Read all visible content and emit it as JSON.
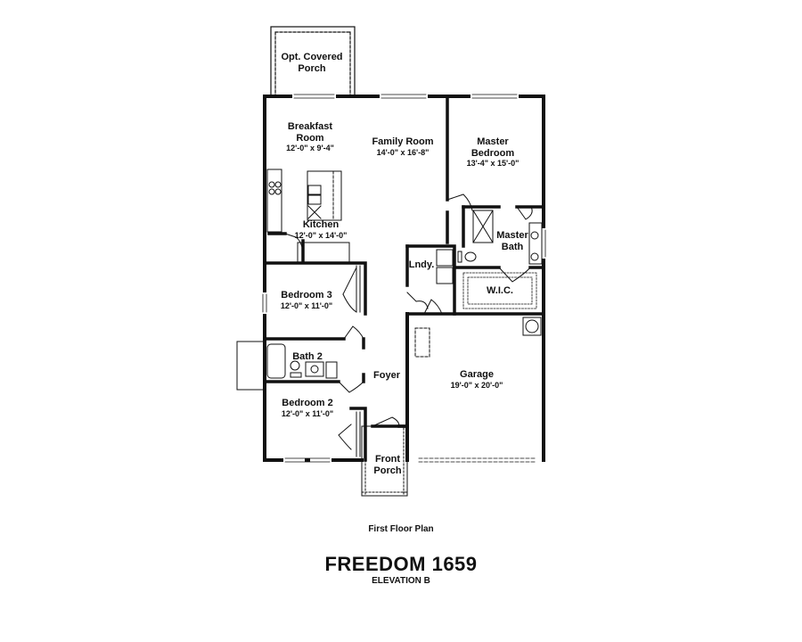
{
  "plan": {
    "subtitle": "First Floor Plan",
    "title": "FREEDOM 1659",
    "elevation": "ELEVATION B"
  },
  "rooms": {
    "opt_covered_porch": {
      "name": "Opt. Covered Porch",
      "line1": "Opt. Covered",
      "line2": "Porch"
    },
    "breakfast_room": {
      "line1": "Breakfast",
      "line2": "Room",
      "dim": "12'-0\" x 9'-4\""
    },
    "family_room": {
      "name": "Family Room",
      "dim": "14'-0\" x 16'-8\""
    },
    "master_bedroom": {
      "line1": "Master",
      "line2": "Bedroom",
      "dim": "13'-4\" x 15'-0\""
    },
    "kitchen": {
      "name": "Kitchen",
      "dim": "12'-0\" x 14'-0\""
    },
    "master_bath": {
      "line1": "Master",
      "line2": "Bath"
    },
    "laundry": {
      "name": "Lndy."
    },
    "wic": {
      "name": "W.I.C."
    },
    "bedroom_3": {
      "name": "Bedroom 3",
      "dim": "12'-0\" x 11'-0\""
    },
    "bath_2": {
      "name": "Bath 2"
    },
    "foyer": {
      "name": "Foyer"
    },
    "garage": {
      "name": "Garage",
      "dim": "19'-0\" x 20'-0\""
    },
    "bedroom_2": {
      "name": "Bedroom 2",
      "dim": "12'-0\" x 11'-0\""
    },
    "front_porch": {
      "line1": "Front",
      "line2": "Porch"
    }
  }
}
